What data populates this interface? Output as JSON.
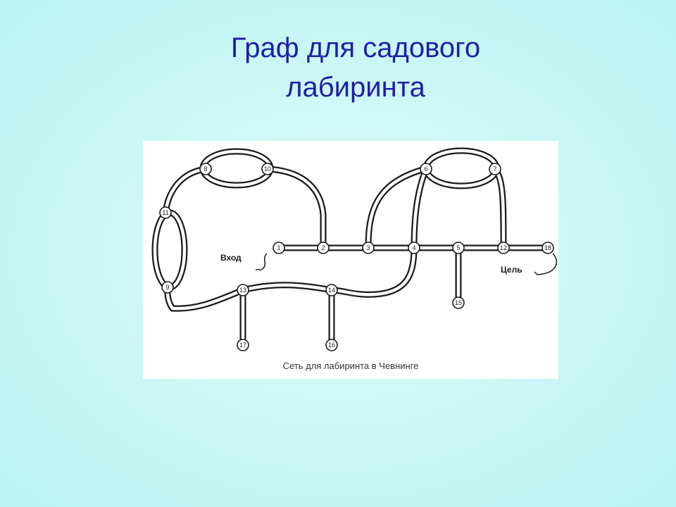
{
  "title": {
    "line1": "Граф для садового",
    "line2": "лабиринта"
  },
  "diagram": {
    "caption": "Сеть для лабиринта в Чевнинге",
    "entrance_label": "Вход",
    "goal_label": "Цель",
    "nodes": [
      "1",
      "2",
      "3",
      "4",
      "5",
      "6",
      "7",
      "8",
      "9",
      "10",
      "11",
      "12",
      "13",
      "14",
      "15",
      "16",
      "17",
      "18"
    ]
  },
  "colors": {
    "title": "#1d1fa8",
    "background": "#c8f5f5",
    "path": "#1a1a1a"
  }
}
